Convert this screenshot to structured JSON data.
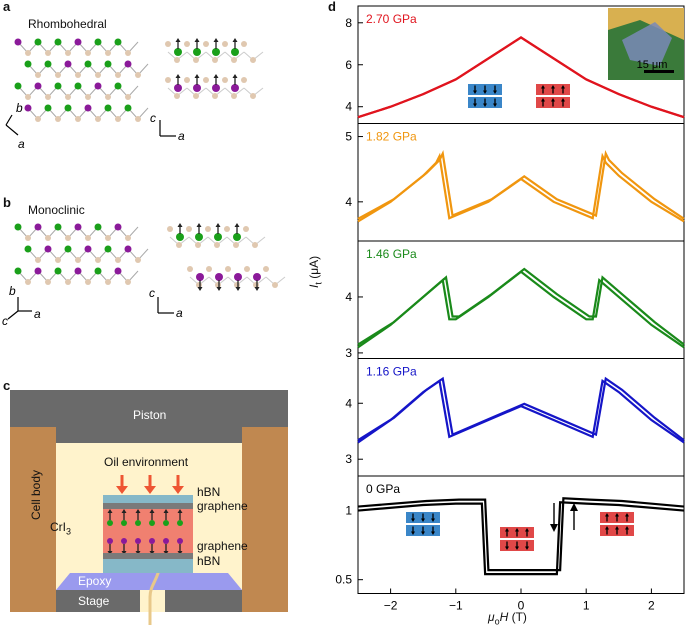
{
  "panels": {
    "a": {
      "letter": "a",
      "title": "Rhombohedral",
      "axes_left": {
        "b": "b",
        "a": "a"
      },
      "axes_right": {
        "c": "c",
        "a": "a"
      }
    },
    "b": {
      "letter": "b",
      "title": "Monoclinic",
      "axes_left": {
        "b": "b",
        "c": "c",
        "a": "a"
      },
      "axes_right": {
        "c": "c",
        "a": "a"
      }
    },
    "c": {
      "letter": "c",
      "piston": "Piston",
      "cell_body": "Cell body",
      "oil": "Oil environment",
      "sample": "CrI",
      "sample_sub": "3",
      "hbn_top": "hBN",
      "graphene_top": "graphene",
      "graphene_bottom": "graphene",
      "hbn_bottom": "hBN",
      "epoxy": "Epoxy",
      "stage": "Stage"
    },
    "d": {
      "letter": "d",
      "ylabel_main": "I",
      "ylabel_sub": "t",
      "ylabel_unit": " (μA)",
      "xlabel_main": "μ",
      "xlabel_sub": "o",
      "xlabel_var": "H",
      "xlabel_unit": " (T)",
      "scalebar": "15 μm"
    }
  },
  "colors": {
    "p270": "#e0141e",
    "p182": "#f0960f",
    "p146": "#1a8a1a",
    "p116": "#1515c8",
    "p0": "#000000",
    "green_atom": "#1aa01a",
    "purple_atom": "#8b1a9a",
    "tan_atom": "#e0c8b0",
    "piston_gray": "#6a6a6a",
    "cell_brown": "#c08850",
    "oil_bg": "#fff3cc",
    "epoxy_blue": "#9a9aee",
    "block_blue": "#3a86c8",
    "block_red": "#e04848"
  },
  "chart_data": [
    {
      "type": "line",
      "name": "2.70 GPa",
      "label": "2.70 GPa",
      "x": [
        -2.5,
        -2.0,
        -1.5,
        -1.0,
        -0.5,
        0,
        0.5,
        1.0,
        1.5,
        2.0,
        2.5
      ],
      "y": [
        3.5,
        4.0,
        4.6,
        5.3,
        6.3,
        7.3,
        6.3,
        5.3,
        4.6,
        4.0,
        3.5
      ],
      "yticks": [
        4,
        6,
        8
      ],
      "ylim": [
        3.2,
        8.8
      ]
    },
    {
      "type": "line",
      "name": "1.82 GPa",
      "label": "1.82 GPa",
      "x": [
        -2.5,
        -2.0,
        -1.5,
        -1.3,
        -1.25,
        -1.1,
        -0.5,
        0,
        0.5,
        1.1,
        1.25,
        1.3,
        1.5,
        2.0,
        2.5
      ],
      "y": [
        3.7,
        4.0,
        4.4,
        4.6,
        4.7,
        3.75,
        4.0,
        4.35,
        4.0,
        3.75,
        4.7,
        4.6,
        4.4,
        4.0,
        3.7
      ],
      "yticks": [
        4,
        5
      ],
      "ylim": [
        3.4,
        5.2
      ]
    },
    {
      "type": "line",
      "name": "1.46 GPa",
      "label": "1.46 GPa",
      "x": [
        -2.5,
        -2.0,
        -1.5,
        -1.2,
        -1.1,
        -1.0,
        -0.5,
        0,
        0.5,
        1.0,
        1.1,
        1.2,
        1.5,
        2.0,
        2.5
      ],
      "y": [
        3.1,
        3.5,
        4.0,
        4.3,
        3.6,
        3.6,
        4.0,
        4.45,
        4.0,
        3.6,
        3.6,
        4.3,
        4.0,
        3.5,
        3.1
      ],
      "yticks": [
        3,
        4
      ],
      "ylim": [
        2.9,
        5.0
      ]
    },
    {
      "type": "line",
      "name": "1.16 GPa",
      "label": "1.16 GPa",
      "x": [
        -2.5,
        -2.0,
        -1.5,
        -1.25,
        -1.1,
        -0.5,
        0,
        0.5,
        1.1,
        1.25,
        1.5,
        2.0,
        2.5
      ],
      "y": [
        3.3,
        3.7,
        4.2,
        4.4,
        3.4,
        3.7,
        3.95,
        3.7,
        3.4,
        4.4,
        4.2,
        3.7,
        3.3
      ],
      "yticks": [
        3,
        4
      ],
      "ylim": [
        2.7,
        4.8
      ]
    },
    {
      "type": "line",
      "name": "0 GPa",
      "label": "0 GPa",
      "x": [
        -2.5,
        -1.5,
        -1.0,
        -0.6,
        -0.55,
        0,
        0.55,
        0.6,
        1.0,
        1.5,
        2.5
      ],
      "y": [
        1.0,
        1.04,
        1.05,
        1.05,
        0.54,
        0.54,
        0.54,
        1.06,
        1.05,
        1.04,
        1.0
      ],
      "yticks": [
        0.5,
        1
      ],
      "ylim": [
        0.4,
        1.25
      ]
    },
    {
      "type": "axis",
      "xticks": [
        -2,
        -1,
        0,
        1,
        2
      ],
      "xlim": [
        -2.5,
        2.5
      ]
    }
  ]
}
